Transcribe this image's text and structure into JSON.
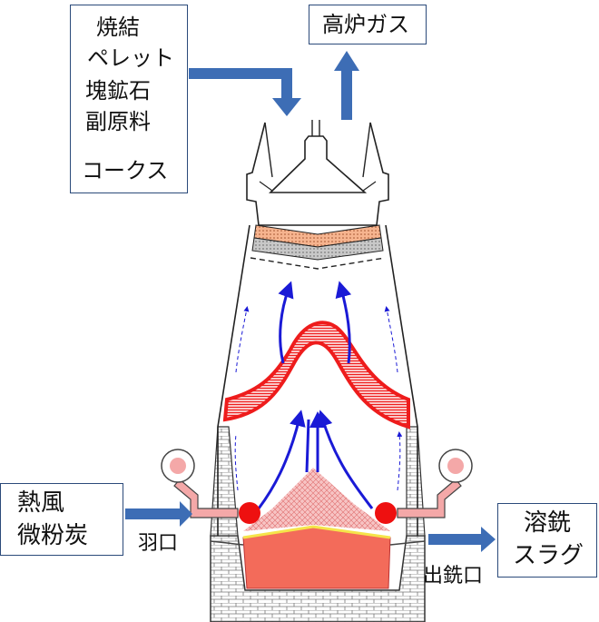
{
  "inputs": {
    "sinter": "焼結",
    "pellet": "ペレット",
    "lump_ore": "塊鉱石",
    "flux": "副原料",
    "coke": "コークス"
  },
  "outputs": {
    "top_gas": "高炉ガス",
    "hot_metal": "溶銑",
    "slag": "スラグ"
  },
  "blast": {
    "hot_blast": "熱風",
    "pulverized_coal": "微粉炭"
  },
  "parts": {
    "tuyere": "羽口",
    "taphole": "出銑口"
  },
  "colors": {
    "arrow_blue": "#3d6db5",
    "gas_flow": "#1a1ad6",
    "cohesive_zone": "#ee1c1c",
    "hot_metal": "#f36b5a",
    "slag_line": "#f5e44a",
    "burden_ore": "#f2a27e",
    "tuyere_pipe": "#f4a8a8",
    "box_border": "#2b4a7a"
  }
}
